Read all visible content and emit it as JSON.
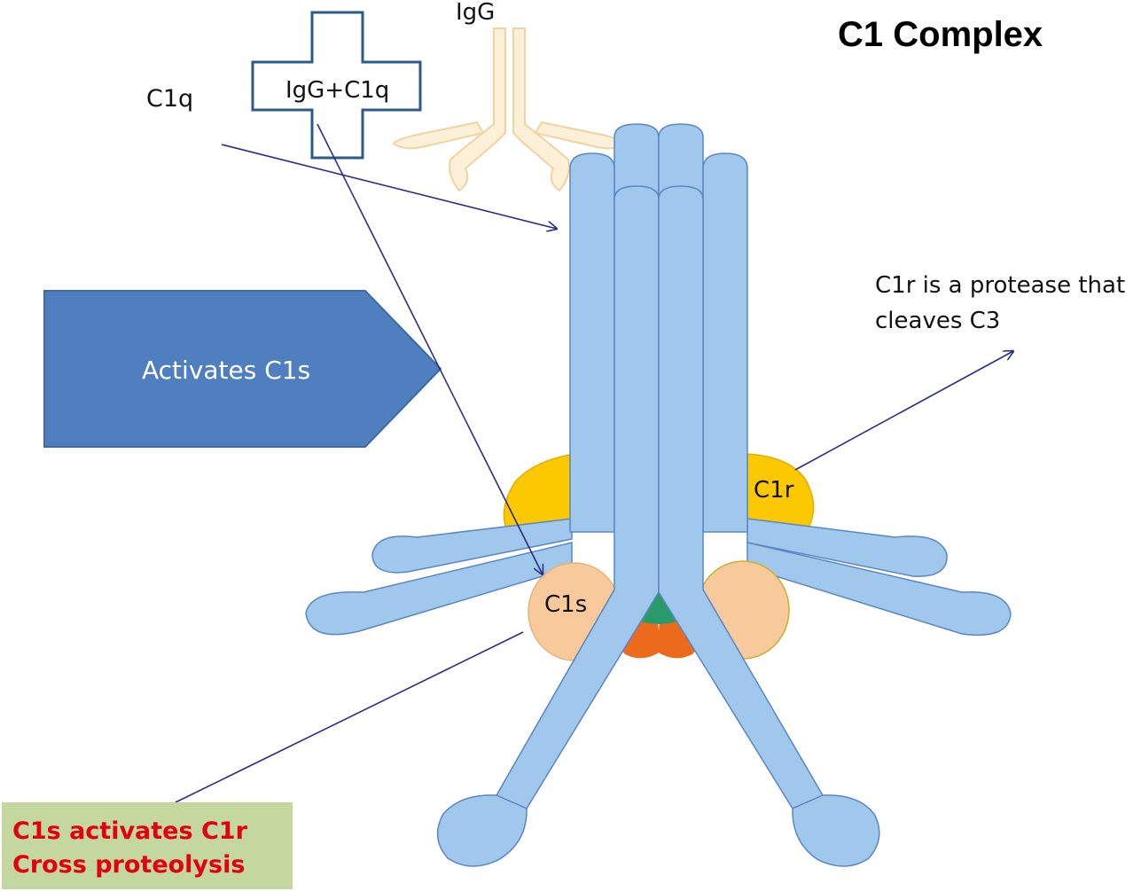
{
  "title": "C1 Complex",
  "labels": {
    "igg": "IgG",
    "c1q": "C1q",
    "igg_c1q": "IgG+C1q",
    "activates": "Activates C1s",
    "c1r_note_line1": "C1r is a protease that",
    "c1r_note_line2": "cleaves C3",
    "c1r": "C1r",
    "c1s": "C1s",
    "c1s_note_line1": "C1s activates C1r",
    "c1s_note_line2": "Cross proteolysis"
  },
  "colors": {
    "stalk": "#9fc8ec",
    "stalk_edge": "#5b86c4",
    "c1r": "#fcc800",
    "c1s": "#f8c99a",
    "orange": "#ec6a1c",
    "green": "#2a9a6b",
    "igg": "#fdf0d8",
    "igg_edge": "#f0d3a0",
    "arrow_shape": "#4f7fbf",
    "arrow_line": "#2b2d8a",
    "note_bg": "#c3d79e",
    "red_text": "#e3000f"
  }
}
